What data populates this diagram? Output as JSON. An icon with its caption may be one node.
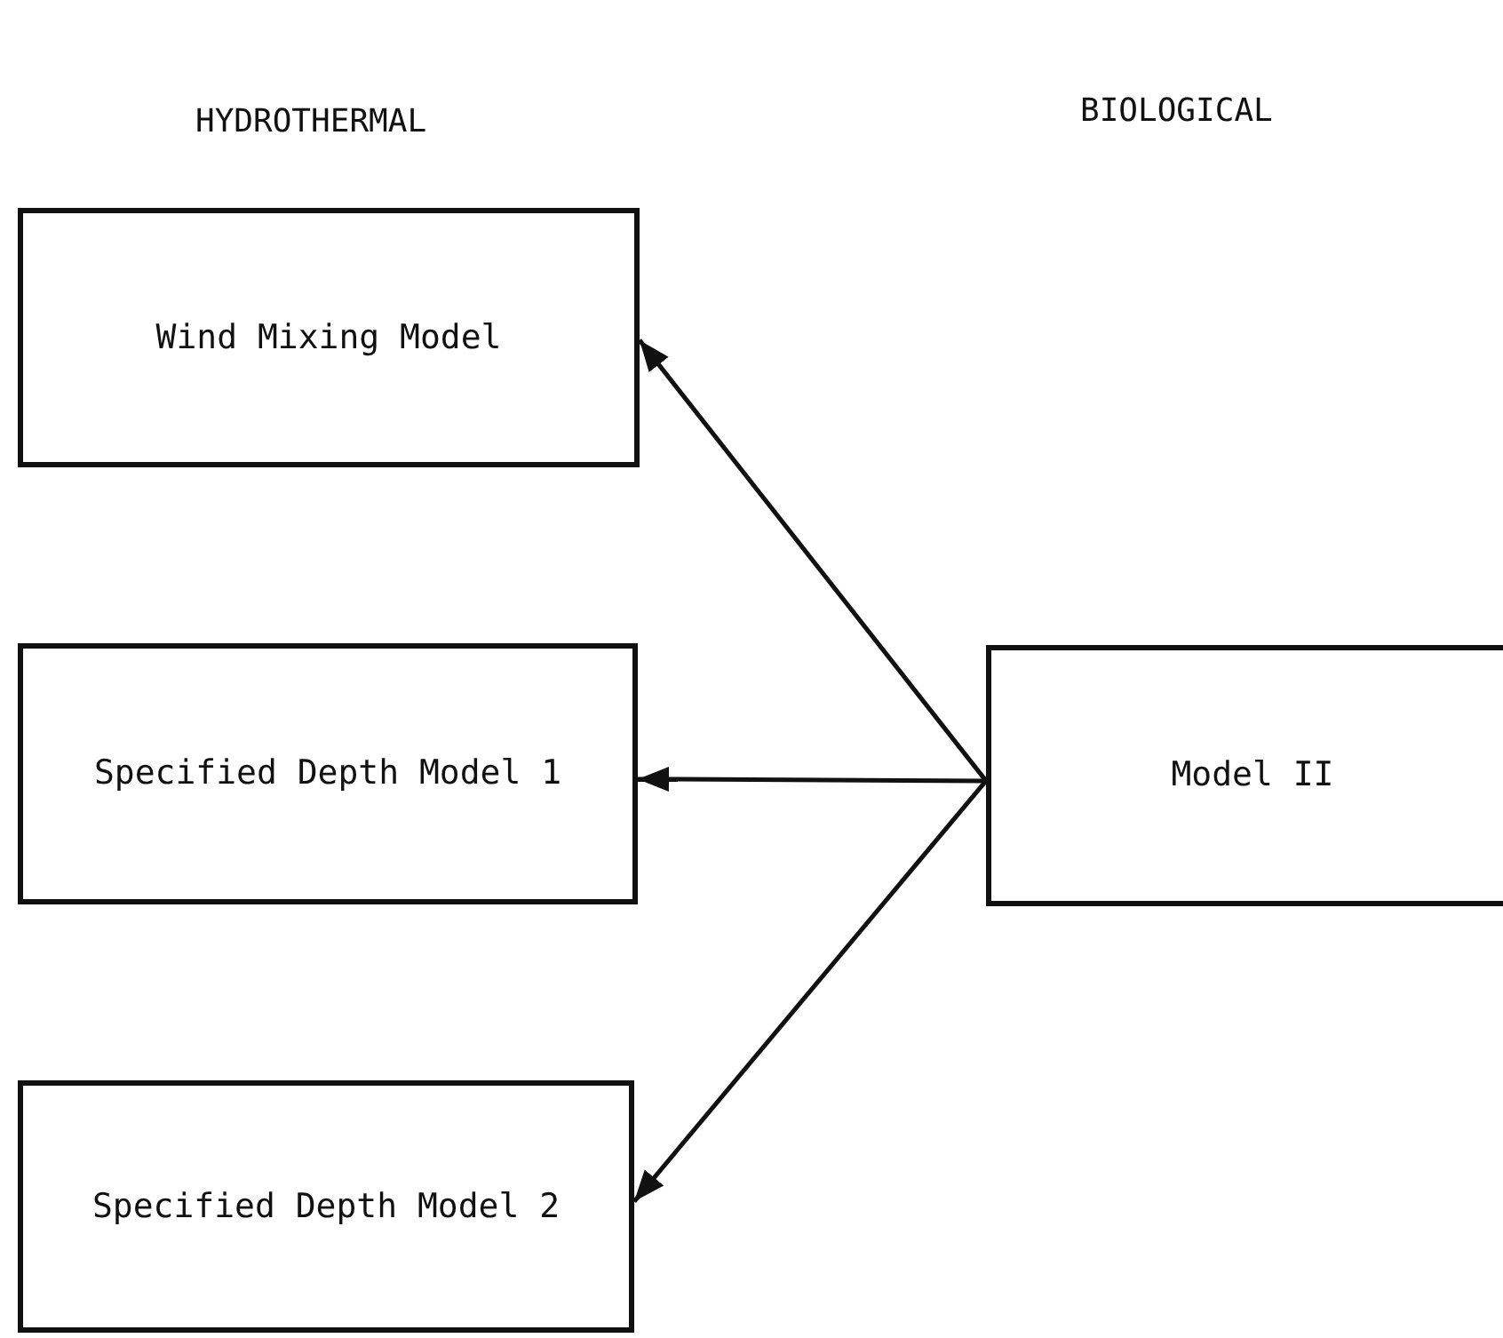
{
  "diagram": {
    "nodes": [
      {
        "text": [
          "Wind Mixing Model"
        ]
      },
      {
        "text": [
          "Specified Depth Model 1"
        ]
      },
      {
        "text": [
          "Specified Depth Model 2"
        ]
      },
      {
        "text": [
          "Model II"
        ]
      }
    ],
    "edges": [
      {
        "from": 3,
        "to": 0,
        "arrow": "to"
      },
      {
        "from": 3,
        "to": 1,
        "arrow": "to"
      },
      {
        "from": 3,
        "to": 2,
        "arrow": "to"
      }
    ],
    "labels": [
      "HYDROTHERMAL",
      "BIOLOGICAL"
    ]
  }
}
